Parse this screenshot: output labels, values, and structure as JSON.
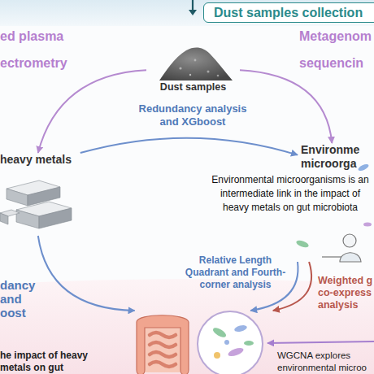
{
  "diagram": {
    "nodes": [
      {
        "text": [
          "Dust samples collection"
        ]
      },
      {
        "text": [
          "Dust samples"
        ]
      },
      {
        "text": [
          "heavy metals"
        ]
      },
      {
        "text": [
          "Environme microorga"
        ]
      },
      {
        "text": [
          "he impact of heavy metals on gut",
          "WGCNA explores environmental microo"
        ]
      }
    ],
    "edges": [
      {
        "from": 1,
        "to": 2,
        "arrow": "to",
        "label": "ed plasma ectrometry"
      },
      {
        "from": 1,
        "to": 3,
        "arrow": "to",
        "label": "Metagenom sequencin"
      },
      {
        "from": 2,
        "to": 3,
        "arrow": "to",
        "label": "Redundancy analysis and XGboost"
      },
      {
        "from": 2,
        "to": 4,
        "arrow": "to",
        "label": "dancy and oost"
      },
      {
        "from": 3,
        "to": 4,
        "arrow": "to",
        "label": "Relative Length Quadrant and Fourth-corner analysis"
      },
      {
        "from": 3,
        "to": 4,
        "arrow": "to",
        "label": "Weighted g co-express analysis"
      }
    ],
    "labels": [
      "Environmental microorganisms is an intermediate link in the impact of heavy metals on gut microbiota"
    ]
  }
}
